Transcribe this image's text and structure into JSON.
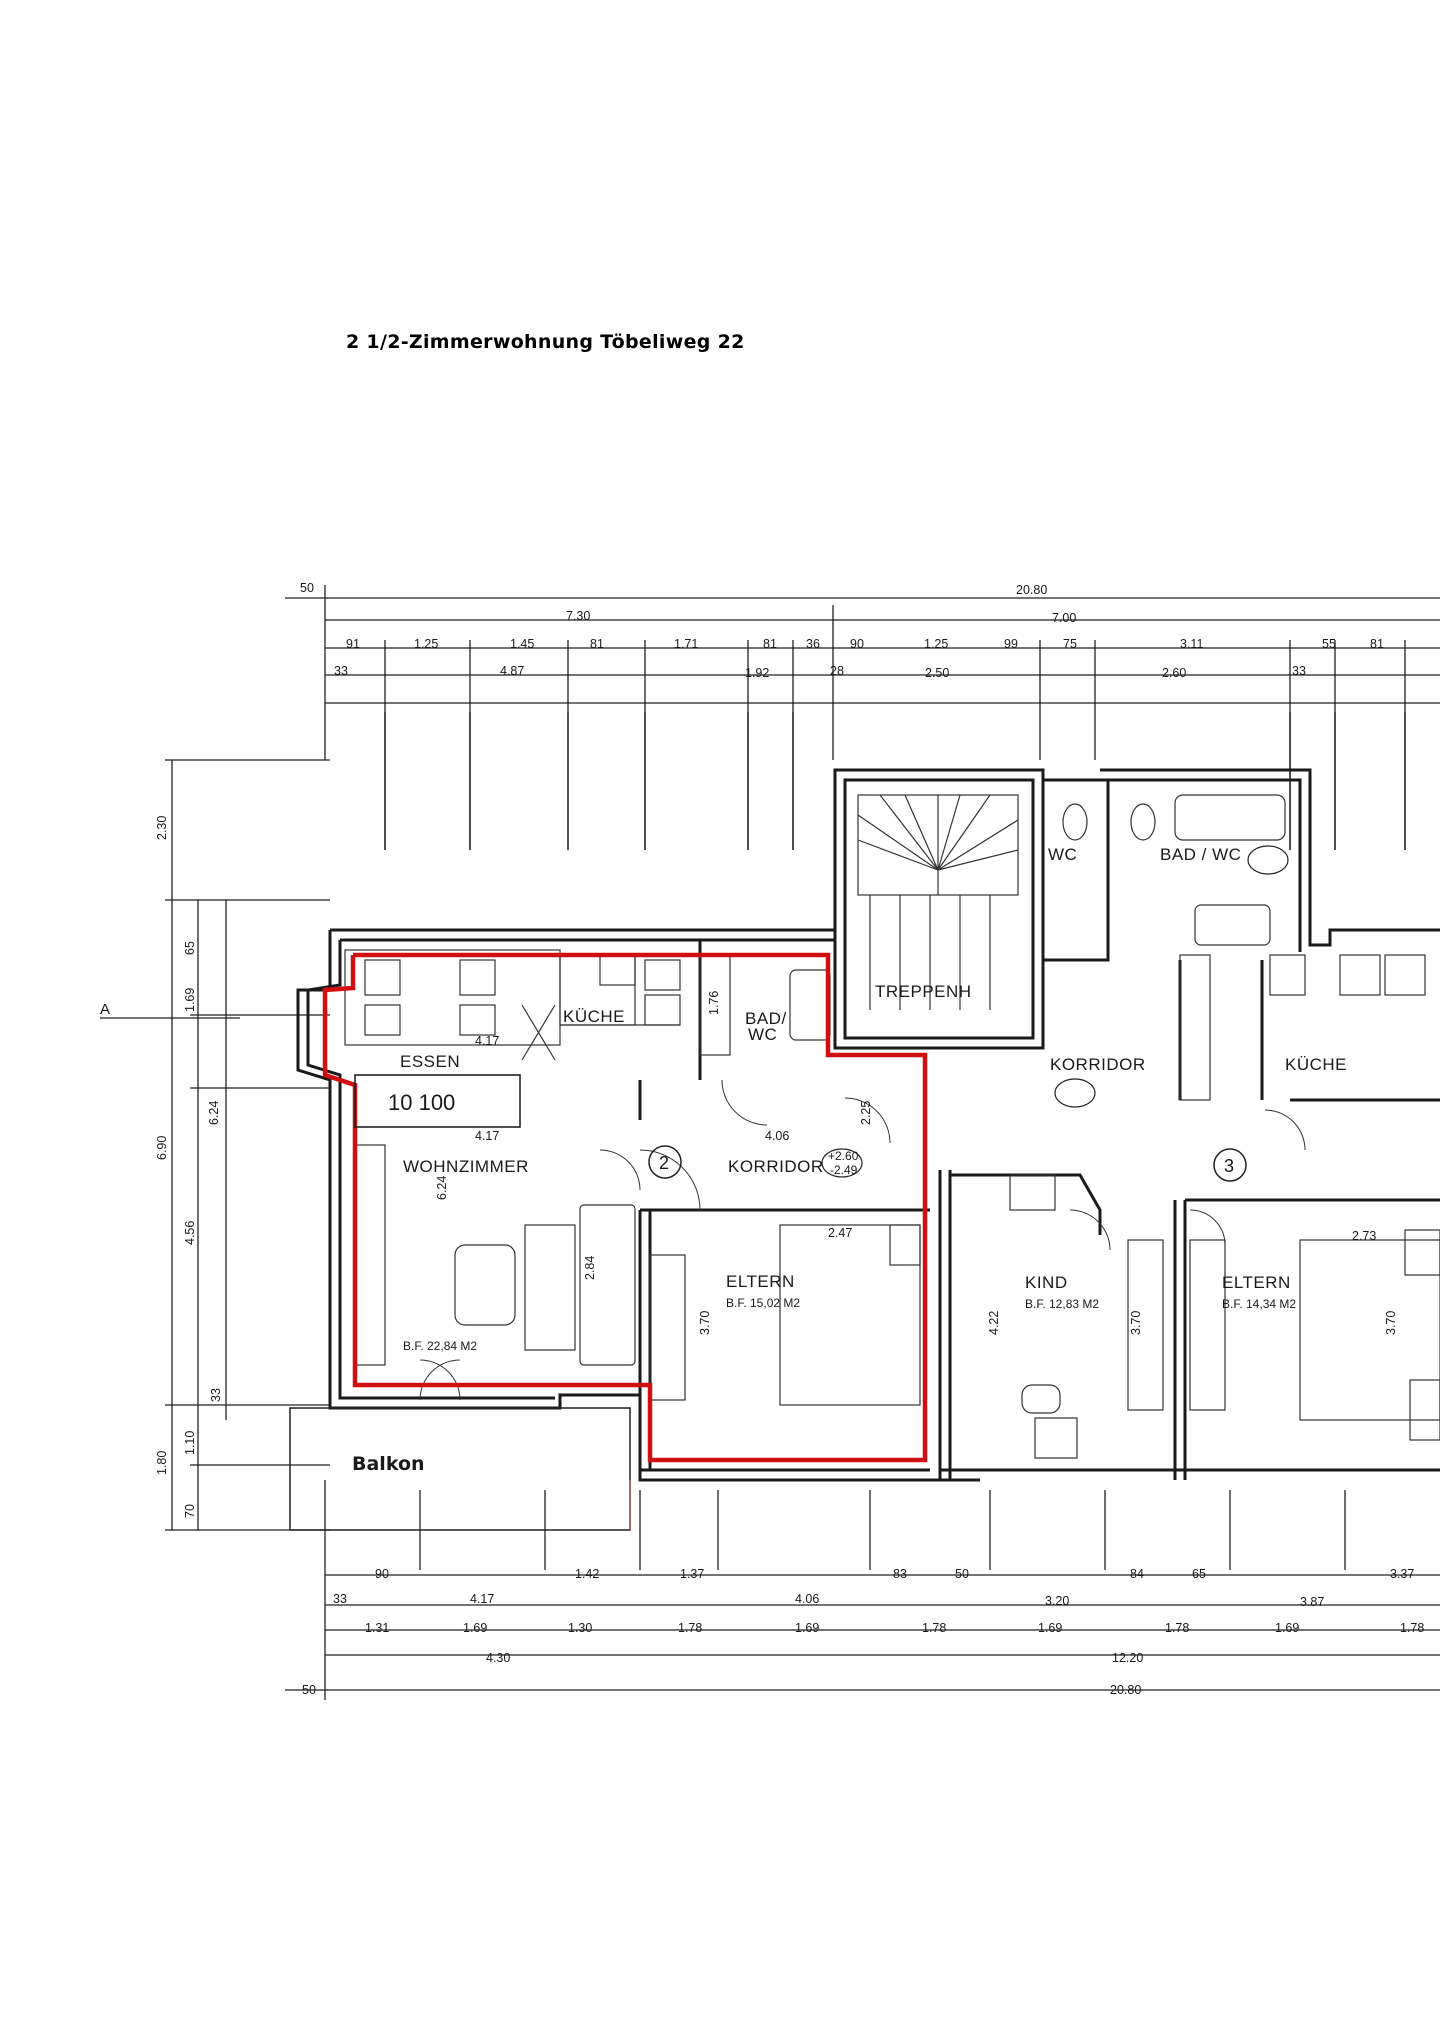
{
  "title": "2 1/2-Zimmerwohnung Töbeliweg 22",
  "apartment_number": "10 100",
  "unit_markers": [
    "2",
    "3"
  ],
  "section_marker": "A",
  "rooms": {
    "essen": "ESSEN",
    "kueche": "KÜCHE",
    "kueche_right": "KÜCHE",
    "bad_wc": "BAD/\nWC",
    "wohnzimmer": "WOHNZIMMER",
    "wohnzimmer_area": "B.F. 22,84 M2",
    "korridor": "KORRIDOR",
    "korridor_level": "+2.60\n-2.49",
    "korridor_right": "KORRIDOR",
    "treppenhaus": "TREPPENH",
    "wc_right": "WC",
    "bad_wc_right": "BAD / WC",
    "eltern": "ELTERN",
    "eltern_area": "B.F. 15,02 M2",
    "kind": "KIND",
    "kind_area": "B.F. 12,83 M2",
    "eltern_right": "ELTERN",
    "eltern_right_area": "B.F. 14,34 M2",
    "balkon": "Balkon"
  },
  "dimensions": {
    "top_total": "20.80",
    "top_left": "7.30",
    "top_right": "7.00",
    "bottom_total": "20.80",
    "bottom_sub": "12.20",
    "bottom_left": "4.30",
    "row1": [
      "91",
      "1.25",
      "1.45",
      "81",
      "1.71",
      "81",
      "36",
      "90",
      "1.25",
      "99",
      "75",
      "3.11",
      "55",
      "81"
    ],
    "row2": [
      "33",
      "4.87",
      "1.92",
      "28",
      "2.50",
      "2.60",
      "33"
    ],
    "left_side": [
      "2.30",
      "65",
      "1.69",
      "6.90",
      "6.24",
      "4.56",
      "1.10",
      "1.80",
      "70",
      "33"
    ],
    "bottom_row1": [
      "90",
      "1.42",
      "1.37",
      "83",
      "50",
      "84",
      "65",
      "3.37"
    ],
    "bottom_row2": [
      "33",
      "4.17",
      "4.06",
      "3.20",
      "3.87"
    ],
    "bottom_row3": [
      "1.31",
      "1.69",
      "1.30",
      "1.78",
      "1.69",
      "1.78",
      "1.69",
      "1.78",
      "1.69",
      "1.78"
    ],
    "interior": [
      "4.17",
      "4.17",
      "4.06",
      "2.47",
      "2.73",
      "3.70",
      "4.22",
      "3.70",
      "3.70",
      "6.24",
      "2.84",
      "2.25",
      "1.76"
    ]
  },
  "colors": {
    "outline": "#d01010",
    "ink": "#1a1a1a"
  }
}
